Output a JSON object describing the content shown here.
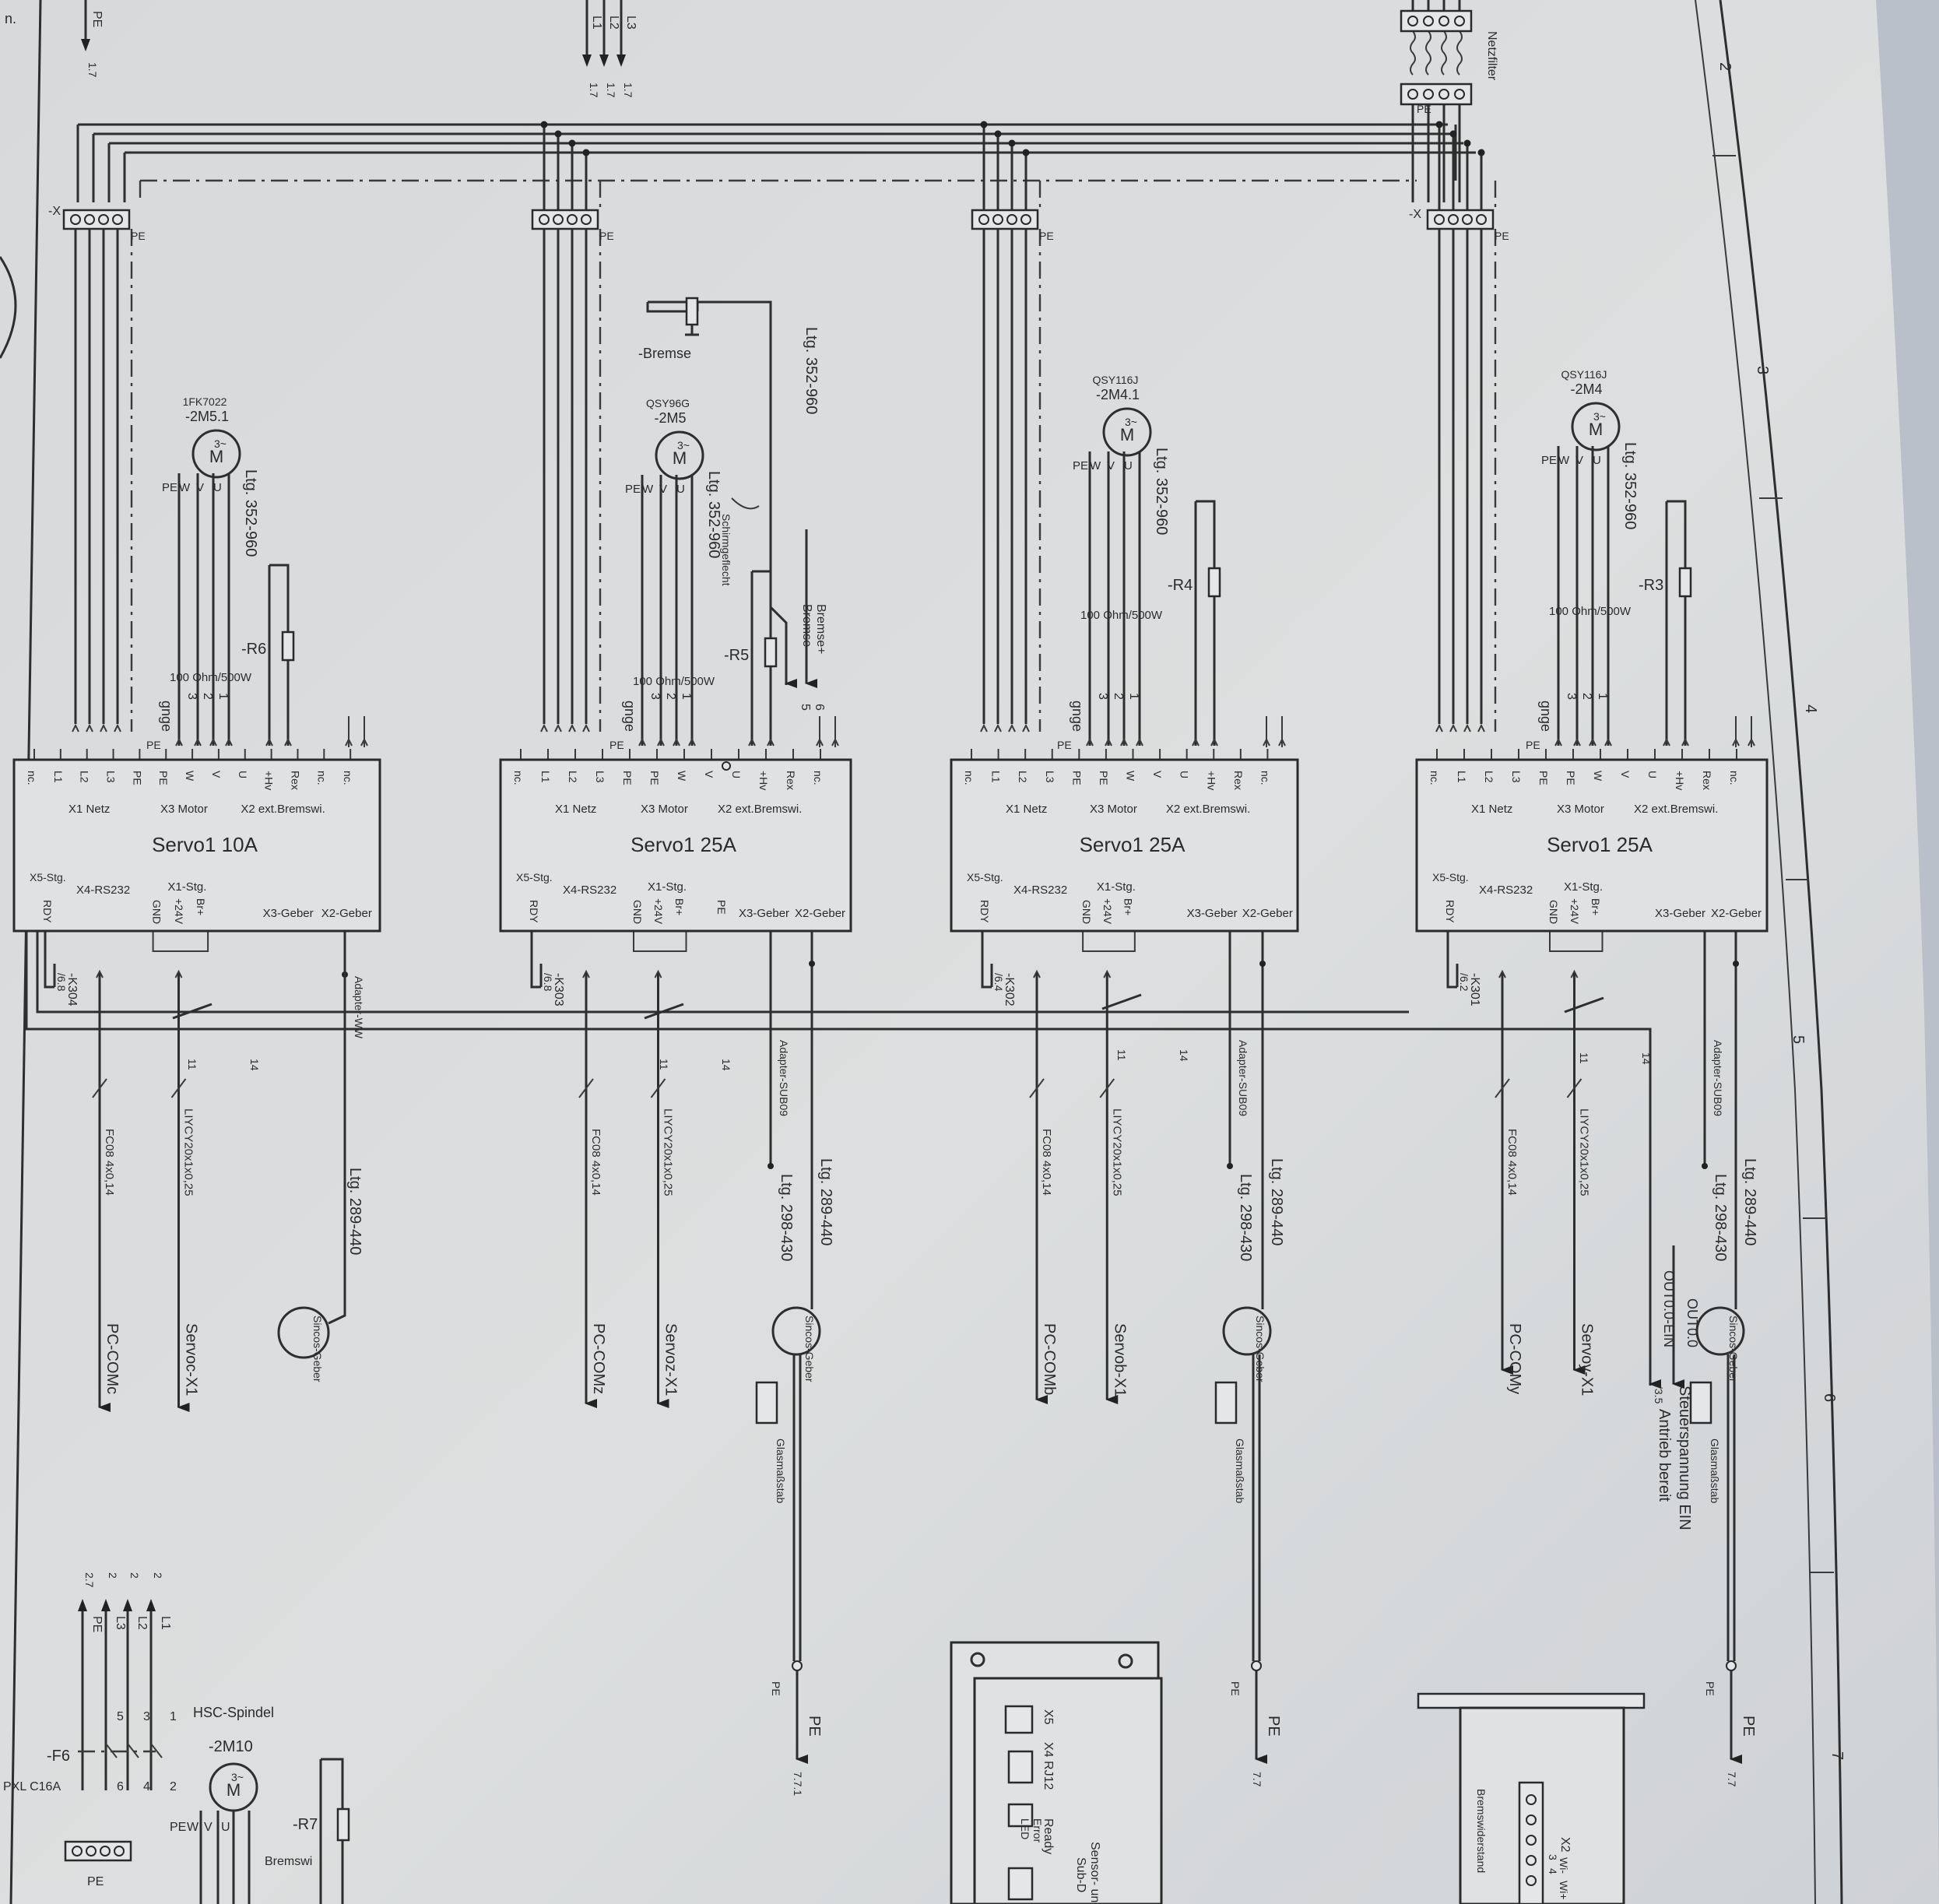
{
  "modules": [
    {
      "title": "Servo1 10A",
      "pins_left": [
        "nc.",
        "L1",
        "L2",
        "L3",
        "PE",
        "PE",
        "W",
        "V",
        "U",
        "+Hv",
        "Rex",
        "nc.",
        "nc."
      ],
      "groups": [
        "X1 Netz",
        "X3 Motor",
        "X2 ext.Bremswi."
      ],
      "lower": [
        "X5-Stg.",
        "X4-RS232",
        "X1-Stg.",
        "RDY",
        "GND",
        "+24V",
        "Br+",
        "X3-Geber",
        "X2-Geber"
      ],
      "motor_type": "1FK7022",
      "motor_tag": "-2M5.1",
      "motor_pins": [
        "PE",
        "W",
        "V",
        "U"
      ],
      "cable_motor": "Ltg. 352-960",
      "resistor_tag": "-R6",
      "resistor_value": "100 Ohm/500W",
      "wires": [
        "gnge",
        "3",
        "2",
        "1"
      ],
      "relay": "-K304",
      "relay_ref": "/6.8",
      "contacts": [
        "11",
        "14"
      ],
      "cable_com": "FC08 4x0,14",
      "out_com": "PC-COMc",
      "cable_x1": "LIYCY20x1x0,25",
      "out_x1": "Servoc-X1",
      "cable_enc": "Ltg. 289-440",
      "encoder": "Sincos-Geber",
      "adapter": "Adapter-WW"
    },
    {
      "title": "Servo1  25A",
      "pins_left": [
        "nc.",
        "L1",
        "L2",
        "L3",
        "PE",
        "PE",
        "W",
        "V",
        "U",
        "+Hv",
        "Rex",
        "nc."
      ],
      "groups": [
        "X1 Netz",
        "X3 Motor",
        "X2 ext.Bremswi."
      ],
      "lower": [
        "X5-Stg.",
        "X4-RS232",
        "X1-Stg.",
        "RDY",
        "GND",
        "+24V",
        "Br+",
        "PE",
        "X3-Geber",
        "X2-Geber"
      ],
      "motor_type": "QSY96G",
      "motor_tag": "-2M5",
      "motor_pins": [
        "PE",
        "W",
        "V",
        "U"
      ],
      "cable_motor": "Ltg. 352-960",
      "brake_tag": "-Bremse",
      "brake_pins": [
        "Bremse-",
        "Bremse+"
      ],
      "brake_wires": [
        "5",
        "6"
      ],
      "shield": "Schirmgeflecht",
      "resistor_tag": "-R5",
      "resistor_value": "100 Ohm/500W",
      "wires": [
        "gnge",
        "3",
        "2",
        "1"
      ],
      "relay": "-K303",
      "relay_ref": "/6.8",
      "contacts": [
        "11",
        "14"
      ],
      "cable_com": "FC08 4x0,14",
      "out_com": "PC-COMz",
      "cable_x1": "LIYCY20x1x0,25",
      "out_x1": "Servoz-X1",
      "cable_enc": "Ltg. 289-440",
      "cable_enc2": "Ltg. 298-430",
      "encoder": "Sincos-Geber",
      "adapter": "Adapter-SUB09",
      "scale": "Glasmaßstab",
      "pe_label": "PE",
      "pe_ref": "7.7.1"
    },
    {
      "title": "Servo1 25A",
      "pins_left": [
        "nc.",
        "L1",
        "L2",
        "L3",
        "PE",
        "PE",
        "W",
        "V",
        "U",
        "+Hv",
        "Rex",
        "nc."
      ],
      "groups": [
        "X1 Netz",
        "X3 Motor",
        "X2 ext.Bremswi."
      ],
      "lower": [
        "X5-Stg.",
        "X4-RS232",
        "X1-Stg.",
        "RDY",
        "GND",
        "+24V",
        "Br+",
        "X3-Geber",
        "X2-Geber"
      ],
      "motor_type": "QSY116J",
      "motor_tag": "-2M4.1",
      "motor_pins": [
        "PE",
        "W",
        "V",
        "U"
      ],
      "cable_motor": "Ltg. 352-960",
      "resistor_tag": "-R4",
      "resistor_value": "100 Ohm/500W",
      "wires": [
        "gnge",
        "3",
        "2",
        "1"
      ],
      "relay": "-K302",
      "relay_ref": "/6.4",
      "contacts": [
        "11",
        "14"
      ],
      "cable_com": "FC08 4x0,14",
      "out_com": "PC-COMb",
      "cable_x1": "LIYCY20x1x0,25",
      "out_x1": "Servob-X1",
      "cable_enc": "Ltg. 289-440",
      "cable_enc2": "Ltg. 298-430",
      "encoder": "Sincos-Geber",
      "adapter": "Adapter-SUB09",
      "scale": "Glasmaßstab",
      "pe_label": "PE",
      "pe_ref": "7.7"
    },
    {
      "title": "Servo1 25A",
      "pins_left": [
        "nc.",
        "L1",
        "L2",
        "L3",
        "PE",
        "PE",
        "W",
        "V",
        "U",
        "+Hv",
        "Rex",
        "nc."
      ],
      "groups": [
        "X1 Netz",
        "X3 Motor",
        "X2 ext.Bremswi."
      ],
      "lower": [
        "X5-Stg.",
        "X4-RS232",
        "X1-Stg.",
        "RDY",
        "GND",
        "+24V",
        "Br+",
        "X3-Geber",
        "X2-Geber"
      ],
      "motor_type": "QSY116J",
      "motor_tag": "-2M4",
      "motor_pins": [
        "PE",
        "W",
        "V",
        "U"
      ],
      "cable_motor": "Ltg. 352-960",
      "resistor_tag": "-R3",
      "resistor_value": "100 Ohm/500W",
      "wires": [
        "gnge",
        "3",
        "2",
        "1"
      ],
      "relay": "-K301",
      "relay_ref": "/6.2",
      "contacts": [
        "11",
        "14"
      ],
      "cable_com": "FC08 4x0,14",
      "out_com": "PC-COMy",
      "cable_x1": "LIYCY20x1x0,25",
      "out_x1": "Servoy-X1",
      "cable_enc": "Ltg. 289-440",
      "cable_enc2": "Ltg. 298-430",
      "encoder": "Sincos-Geber",
      "adapter": "Adapter-SUB09",
      "scale": "Glasmaßstab",
      "pe_label": "PE",
      "pe_ref": "7.7"
    }
  ],
  "rail": {
    "terminal_tag": "-X",
    "pe": "PE",
    "netzfilter": "Netzfilter",
    "top_labels": [
      "L3",
      "L2",
      "L1"
    ],
    "top_refs": [
      "1.7",
      "1.7",
      "1.7"
    ],
    "top_left_pe": "PE",
    "top_left_ref": "1.7"
  },
  "out0": {
    "signal": "OUT0.0",
    "signal_ein": "OUT0.0-EIN",
    "text1": "Steuerspannung EIN",
    "text2": "Antrieb bereit",
    "ref": "/3.5"
  },
  "spindle": {
    "title": "HSC-Spindel",
    "motor_tag": "-2M10",
    "motor_pins": [
      "PE",
      "W",
      "V",
      "U"
    ],
    "fuse_tag": "-F6",
    "fuse_type": "PXL C16A",
    "top_labels": [
      "PE",
      "L3",
      "L2",
      "L1"
    ],
    "top_refs": [
      "2.7",
      "2",
      "2",
      "2"
    ],
    "fuse_top": [
      "5",
      "3",
      "1"
    ],
    "fuse_bottom": [
      "6",
      "4",
      "2"
    ],
    "resistor_tag": "-R7",
    "brake_label": "Bremswi",
    "pe": "PE"
  },
  "sensor_box": {
    "x5": "X5",
    "xrj": "X4 RJ12",
    "leds": [
      "Ready",
      "Error"
    ],
    "led": "LED",
    "title": "Sensor- und S",
    "sub": "Sub-D"
  },
  "brake_box": {
    "label": "Bremswiderstand",
    "x2": "X2",
    "pins": [
      "3",
      "4"
    ],
    "pin_labels": [
      "Wi-",
      "Wi+"
    ]
  },
  "border": {
    "zones": [
      "2",
      "3",
      "4",
      "5",
      "6",
      "7"
    ],
    "corner": "n."
  },
  "motor_symbol": "M",
  "motor_sub": "3~"
}
